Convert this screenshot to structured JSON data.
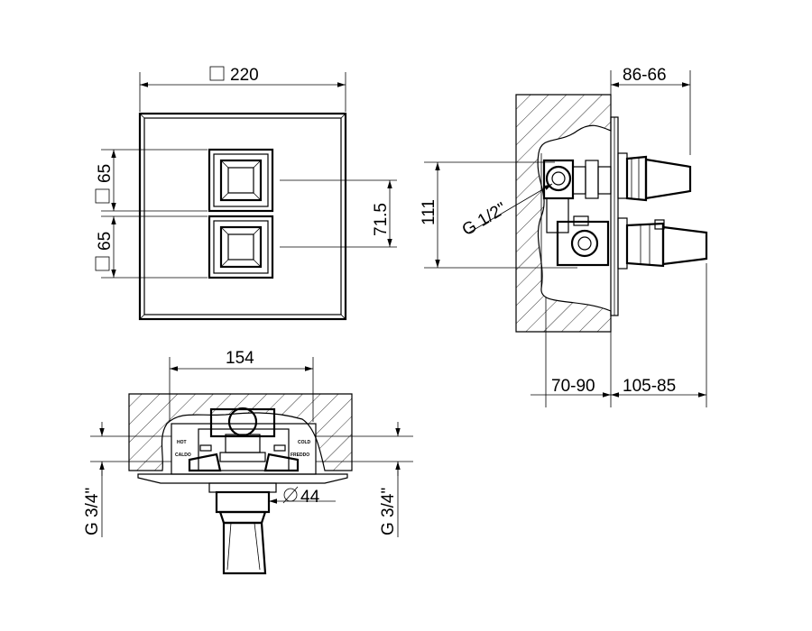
{
  "front_view": {
    "plate_width": "220",
    "handle_size_upper": "65",
    "handle_size_lower": "65",
    "handle_spacing": "71.5"
  },
  "side_view": {
    "projection": "86-66",
    "inlet_spacing": "111",
    "connection": "G 1/2\"",
    "wall_depth": "70-90",
    "handle_depth": "105-85"
  },
  "top_view": {
    "inlet_spacing": "154",
    "spout_diameter": "44",
    "inlet_left": "G 3/4\"",
    "inlet_right": "G 3/4\"",
    "label_hot_en": "HOT",
    "label_hot_it": "CALDO",
    "label_cold_en": "COLD",
    "label_cold_it": "FREDDO"
  }
}
